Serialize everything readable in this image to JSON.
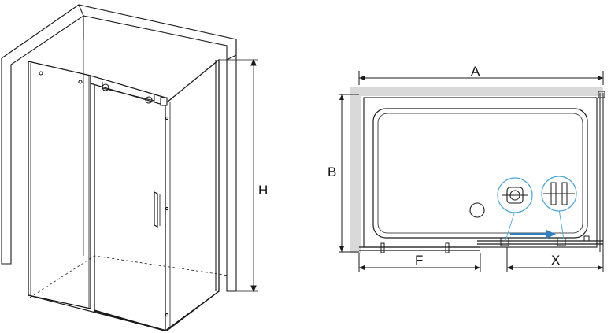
{
  "diagram": {
    "labels": {
      "height": "H",
      "width": "A",
      "depth": "B",
      "fixed_panel": "F",
      "opening": "X"
    },
    "colors": {
      "line": "#1a1a1a",
      "wall_shade": "#d9d9d9",
      "accent": "#4aa8d8",
      "arrow": "#2f7fc1"
    },
    "icons": {
      "roller_detail": "roller-icon",
      "handle_detail": "handle-icon"
    }
  }
}
